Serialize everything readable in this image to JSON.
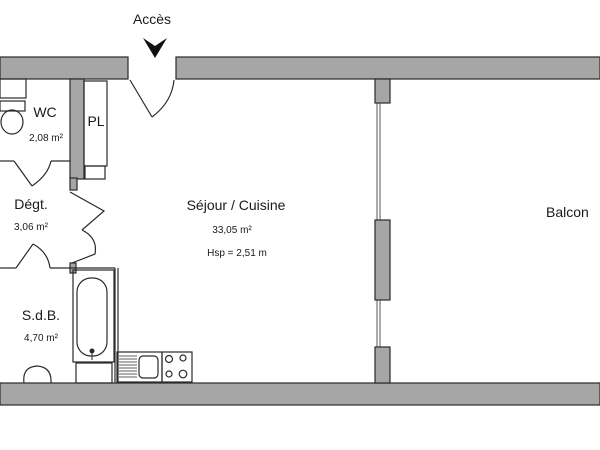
{
  "plan": {
    "entrance_label": "Accès",
    "wall_color": "#a6a6a6",
    "outline_color": "#2a2a2a"
  },
  "rooms": {
    "wc": {
      "name": "WC",
      "area": "2,08 m²"
    },
    "placard": {
      "name": "PL"
    },
    "degagement": {
      "name": "Dégt.",
      "area": "3,06 m²"
    },
    "sdb": {
      "name": "S.d.B.",
      "area": "4,70 m²"
    },
    "sejour": {
      "name": "Séjour / Cuisine",
      "area": "33,05 m²",
      "ceiling_height": "Hsp = 2,51 m"
    },
    "balcon": {
      "name": "Balcon"
    }
  }
}
